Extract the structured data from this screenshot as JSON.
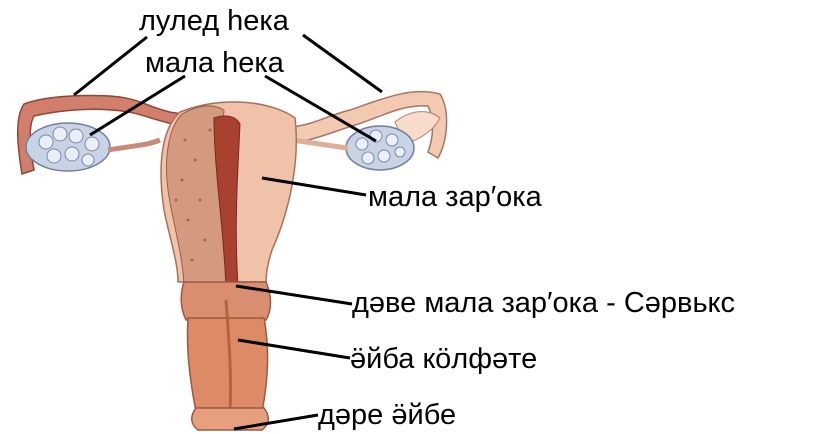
{
  "diagram": {
    "labels": {
      "fallopian_tube": "лулед һека",
      "ovary": "мала һека",
      "uterus": "мала зар′ока",
      "cervix": "дәве мала зар′ока - Сәрвькс",
      "vagina": "ӛйба кӧлфәте",
      "vaginal_opening": "дәре ӛйбе"
    }
  }
}
